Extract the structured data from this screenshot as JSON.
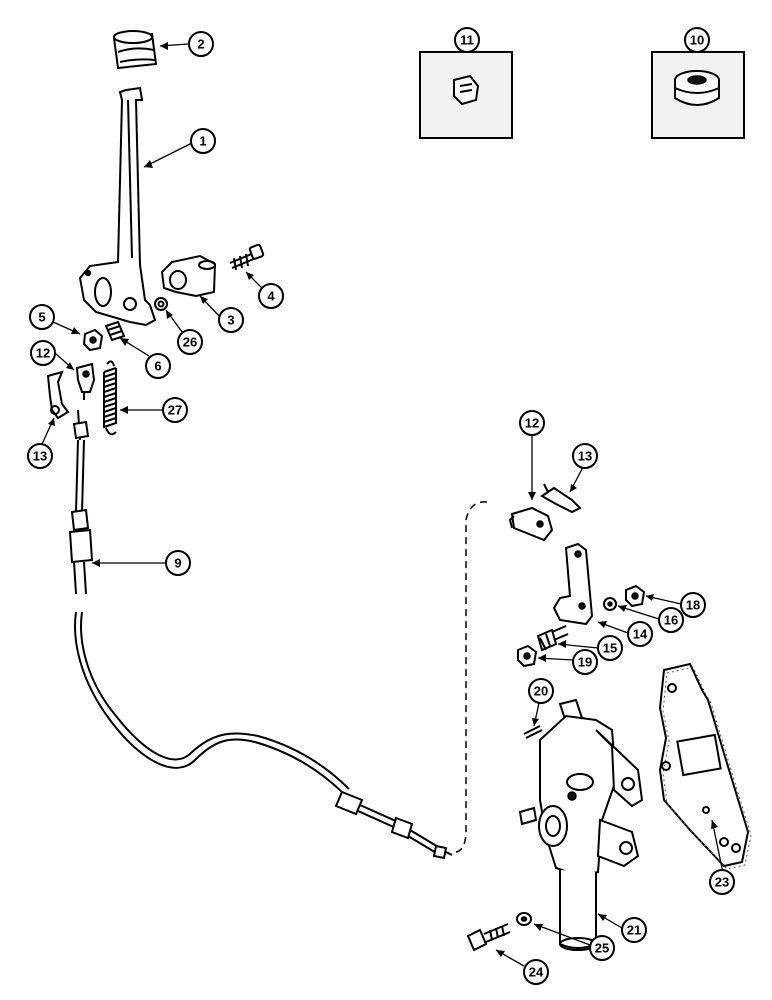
{
  "diagram": {
    "callouts": [
      {
        "id": "c1",
        "label": "1"
      },
      {
        "id": "c2",
        "label": "2"
      },
      {
        "id": "c3",
        "label": "3"
      },
      {
        "id": "c4",
        "label": "4"
      },
      {
        "id": "c5",
        "label": "5"
      },
      {
        "id": "c6",
        "label": "6"
      },
      {
        "id": "c9",
        "label": "9"
      },
      {
        "id": "c10",
        "label": "10"
      },
      {
        "id": "c11",
        "label": "11"
      },
      {
        "id": "c12a",
        "label": "12"
      },
      {
        "id": "c12b",
        "label": "12"
      },
      {
        "id": "c13a",
        "label": "13"
      },
      {
        "id": "c13b",
        "label": "13"
      },
      {
        "id": "c14",
        "label": "14"
      },
      {
        "id": "c15",
        "label": "15"
      },
      {
        "id": "c16",
        "label": "16"
      },
      {
        "id": "c18",
        "label": "18"
      },
      {
        "id": "c19",
        "label": "19"
      },
      {
        "id": "c20",
        "label": "20"
      },
      {
        "id": "c21",
        "label": "21"
      },
      {
        "id": "c23",
        "label": "23"
      },
      {
        "id": "c24",
        "label": "24"
      },
      {
        "id": "c25",
        "label": "25"
      },
      {
        "id": "c26",
        "label": "26"
      },
      {
        "id": "c27",
        "label": "27"
      }
    ]
  }
}
